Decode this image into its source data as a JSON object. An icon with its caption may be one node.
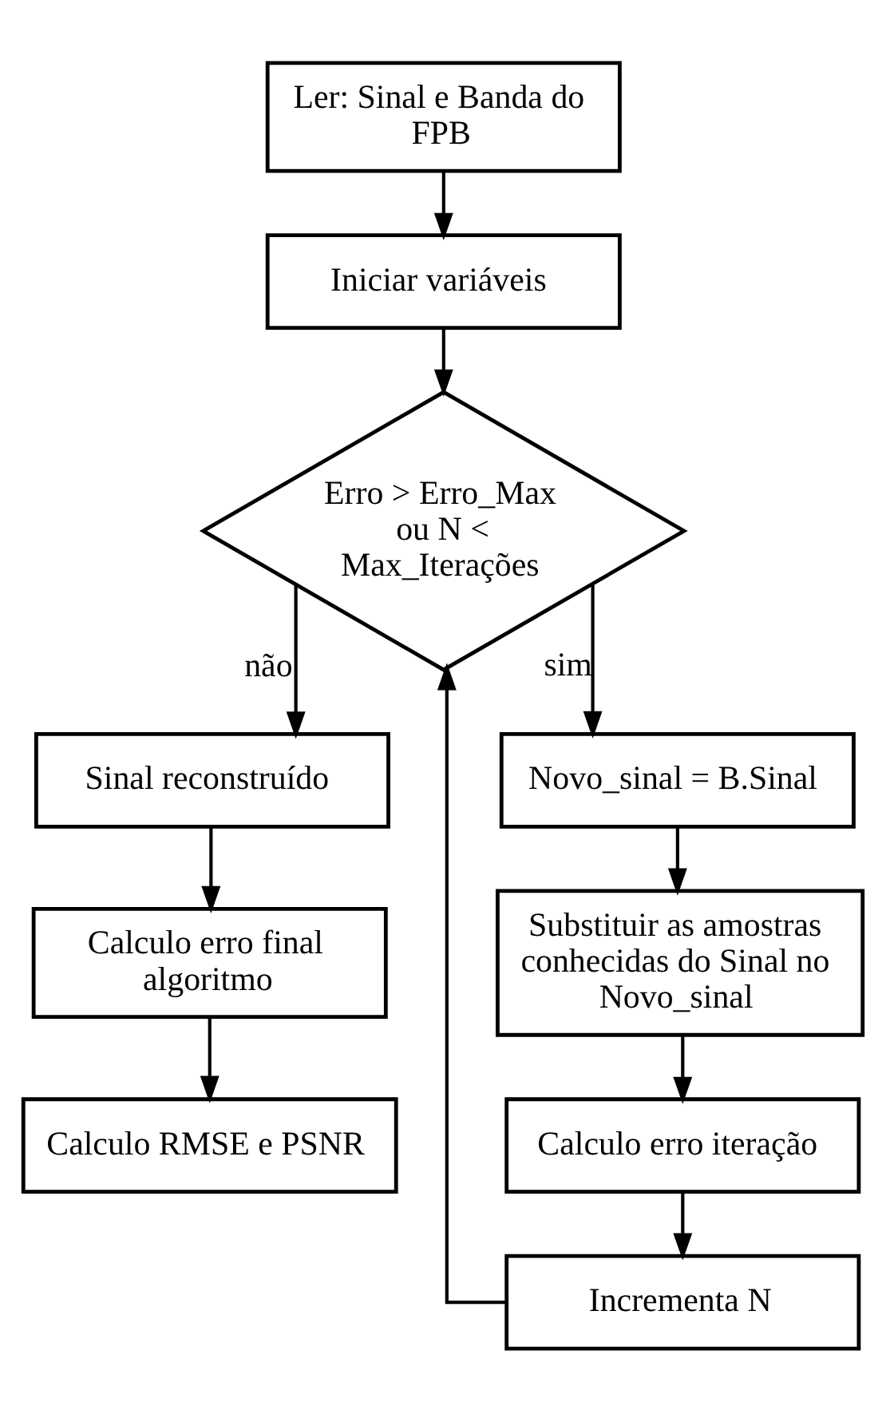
{
  "diagram": {
    "nodes": [
      {
        "text": [
          "Ler: Sinal e Banda do FPB"
        ]
      },
      {
        "text": [
          "Iniciar variáveis"
        ]
      },
      {
        "text": [
          "Erro > Erro_Max ou N < Max_Iterações"
        ]
      },
      {
        "text": [
          "Sinal reconstruído"
        ]
      },
      {
        "text": [
          "Calculo erro final algoritmo"
        ]
      },
      {
        "text": [
          "Calculo RMSE e PSNR"
        ]
      },
      {
        "text": [
          "Novo_sinal = B.Sinal"
        ]
      },
      {
        "text": [
          "Substituir as amostras conhecidas do Sinal no Novo_sinal"
        ]
      },
      {
        "text": [
          "Calculo erro iteração"
        ]
      },
      {
        "text": [
          "Incrementa N"
        ]
      }
    ],
    "edges": [
      {
        "from": 0,
        "to": 1,
        "arrow": "to"
      },
      {
        "from": 1,
        "to": 2,
        "arrow": "to"
      },
      {
        "from": 2,
        "to": 3,
        "arrow": "to",
        "label": "não"
      },
      {
        "from": 3,
        "to": 4,
        "arrow": "to"
      },
      {
        "from": 4,
        "to": 5,
        "arrow": "to"
      },
      {
        "from": 2,
        "to": 6,
        "arrow": "to",
        "label": "sim"
      },
      {
        "from": 6,
        "to": 7,
        "arrow": "to"
      },
      {
        "from": 7,
        "to": 8,
        "arrow": "to"
      },
      {
        "from": 8,
        "to": 9,
        "arrow": "to"
      },
      {
        "from": 9,
        "to": 2,
        "arrow": "to"
      }
    ]
  }
}
